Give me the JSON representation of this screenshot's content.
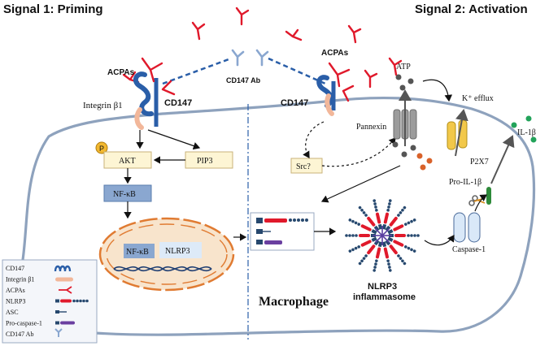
{
  "headings": {
    "priming": "Signal 1: Priming",
    "activation": "Signal 2: Activation"
  },
  "labels": {
    "acpas_left": "ACPAs",
    "acpas_right": "ACPAs",
    "cd147_ab": "CD147 Ab",
    "integrin_b1": "Integrin β1",
    "cd147_left": "CD147",
    "cd147_right": "CD147",
    "atp": "ATP",
    "k_efflux": "K⁺ efflux",
    "pannexin": "Pannexin",
    "p2x7": "P2X7",
    "il1b": "IL-1β",
    "pro_il1b": "Pro-IL-1β",
    "caspase1": "Caspase-1",
    "src": "Src?",
    "p_badge": "P",
    "akt": "AKT",
    "pip3": "PIP3",
    "nfkb": "NF-κB",
    "nfkb_nucleus": "NF-κB",
    "nlrp3_nucleus": "NLRP3",
    "macrophage": "Macrophage",
    "inflammasome_line1": "NLRP3",
    "inflammasome_line2": "inflammasome"
  },
  "legend": {
    "items": [
      {
        "label": "CD147",
        "symbol": "cd147"
      },
      {
        "label": "Integrin β1",
        "symbol": "integrin"
      },
      {
        "label": "ACPAs",
        "symbol": "antibody"
      },
      {
        "label": "NLRP3",
        "symbol": "nlrp3"
      },
      {
        "label": "ASC",
        "symbol": "asc"
      },
      {
        "label": "Pro-caspase-1",
        "symbol": "procaspase"
      },
      {
        "label": "CD147 Ab",
        "symbol": "cd147ab"
      }
    ]
  },
  "colors": {
    "membrane": "#8ea2bd",
    "antibody_red": "#e0192b",
    "cd147_blue": "#2a5ea8",
    "integrin_peach": "#f2b79a",
    "box_fill": "#fdf5d4",
    "box_stroke": "#c9b27a",
    "nfkb_fill": "#8aa7d0",
    "nucleus_fill": "#f8e4cc",
    "nucleus_stroke": "#e07b32",
    "dna": "#1f3e72",
    "dark": "#26486e",
    "green": "#22a35a",
    "orange": "#d9622a"
  }
}
